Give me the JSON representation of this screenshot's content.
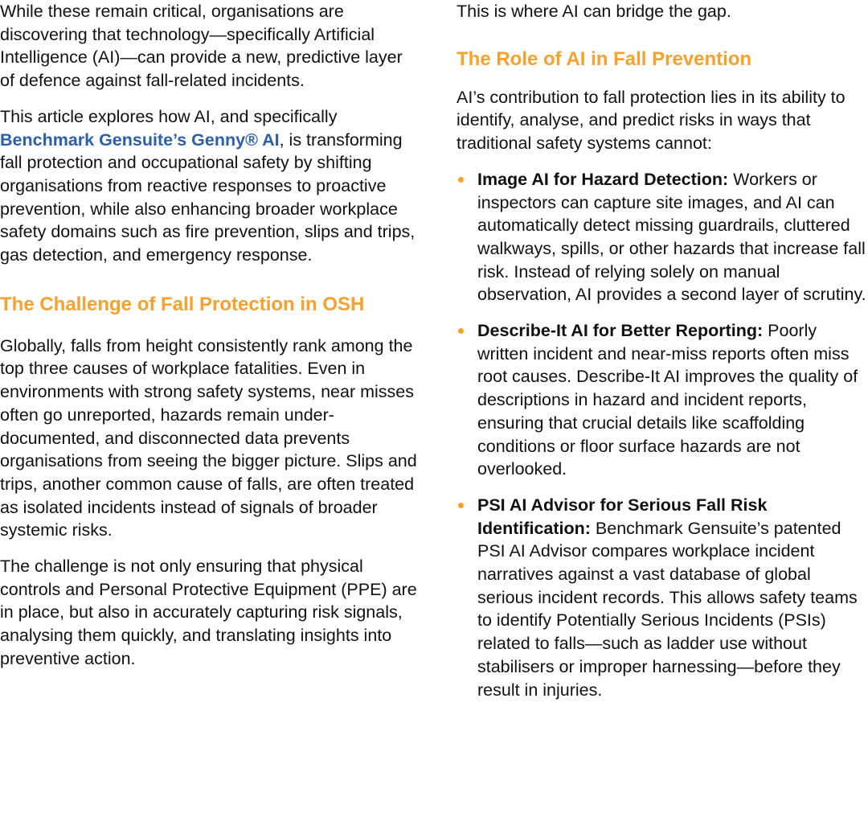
{
  "colors": {
    "heading": "#f7a02a",
    "link": "#2b5fad",
    "text": "#111111",
    "bullet": "#f7a02a"
  },
  "left": {
    "p1": "While these remain critical, organisations are discovering that technology—specifically Artificial Intelligence (AI)—can provide a new, predictive layer of defence against fall-related incidents.",
    "p2_before": "This article explores how AI, and specifically ",
    "p2_link": "Benchmark Gensuite’s Genny® AI",
    "p2_after": ", is transforming fall protection and occupational safety by shifting organisations from reactive responses to proactive prevention, while also enhancing broader workplace safety domains such as fire prevention, slips and trips, gas detection, and emergency response.",
    "heading": "The Challenge of Fall Protection in OSH",
    "p3": "Globally, falls from height consistently rank among the top three causes of workplace fatalities. Even in environments with strong safety systems, near misses often go unreported, hazards remain under-documented, and disconnected data prevents organisations from seeing the bigger picture. Slips and trips, another common cause of falls, are often treated as isolated incidents instead of signals of broader systemic risks.",
    "p4": "The challenge is not only ensuring that physical controls and Personal Protective Equipment (PPE) are in place, but also in accurately capturing risk signals, analysing them quickly, and translating insights into preventive action."
  },
  "right": {
    "p1": "This is where AI can bridge the gap.",
    "heading": "The Role of AI in Fall Prevention",
    "p2": "AI’s contribution to fall protection lies in its ability to identify, analyse, and predict risks in ways that traditional safety systems cannot:",
    "bullets": [
      {
        "lead": "Image AI for Hazard Detection:",
        "text": " Workers or inspectors can capture site images, and AI can automatically detect missing guardrails, cluttered walkways, spills, or other hazards that increase fall risk. Instead of relying solely on manual observation, AI provides a second layer of scrutiny."
      },
      {
        "lead": "Describe-It AI for Better Reporting:",
        "text": " Poorly written incident and near-miss reports often miss root causes. Describe-It AI improves the quality of descriptions in hazard and incident reports, ensuring that crucial details like scaffolding conditions or floor surface hazards are not overlooked."
      },
      {
        "lead": "PSI AI Advisor for Serious Fall Risk Identification:",
        "text": " Benchmark Gensuite’s patented PSI AI Advisor compares workplace incident narratives against a vast database of global serious incident records. This allows safety teams to identify Potentially Serious Incidents (PSIs) related to falls—such as ladder use without stabilisers or improper harnessing—before they result in injuries."
      }
    ]
  }
}
